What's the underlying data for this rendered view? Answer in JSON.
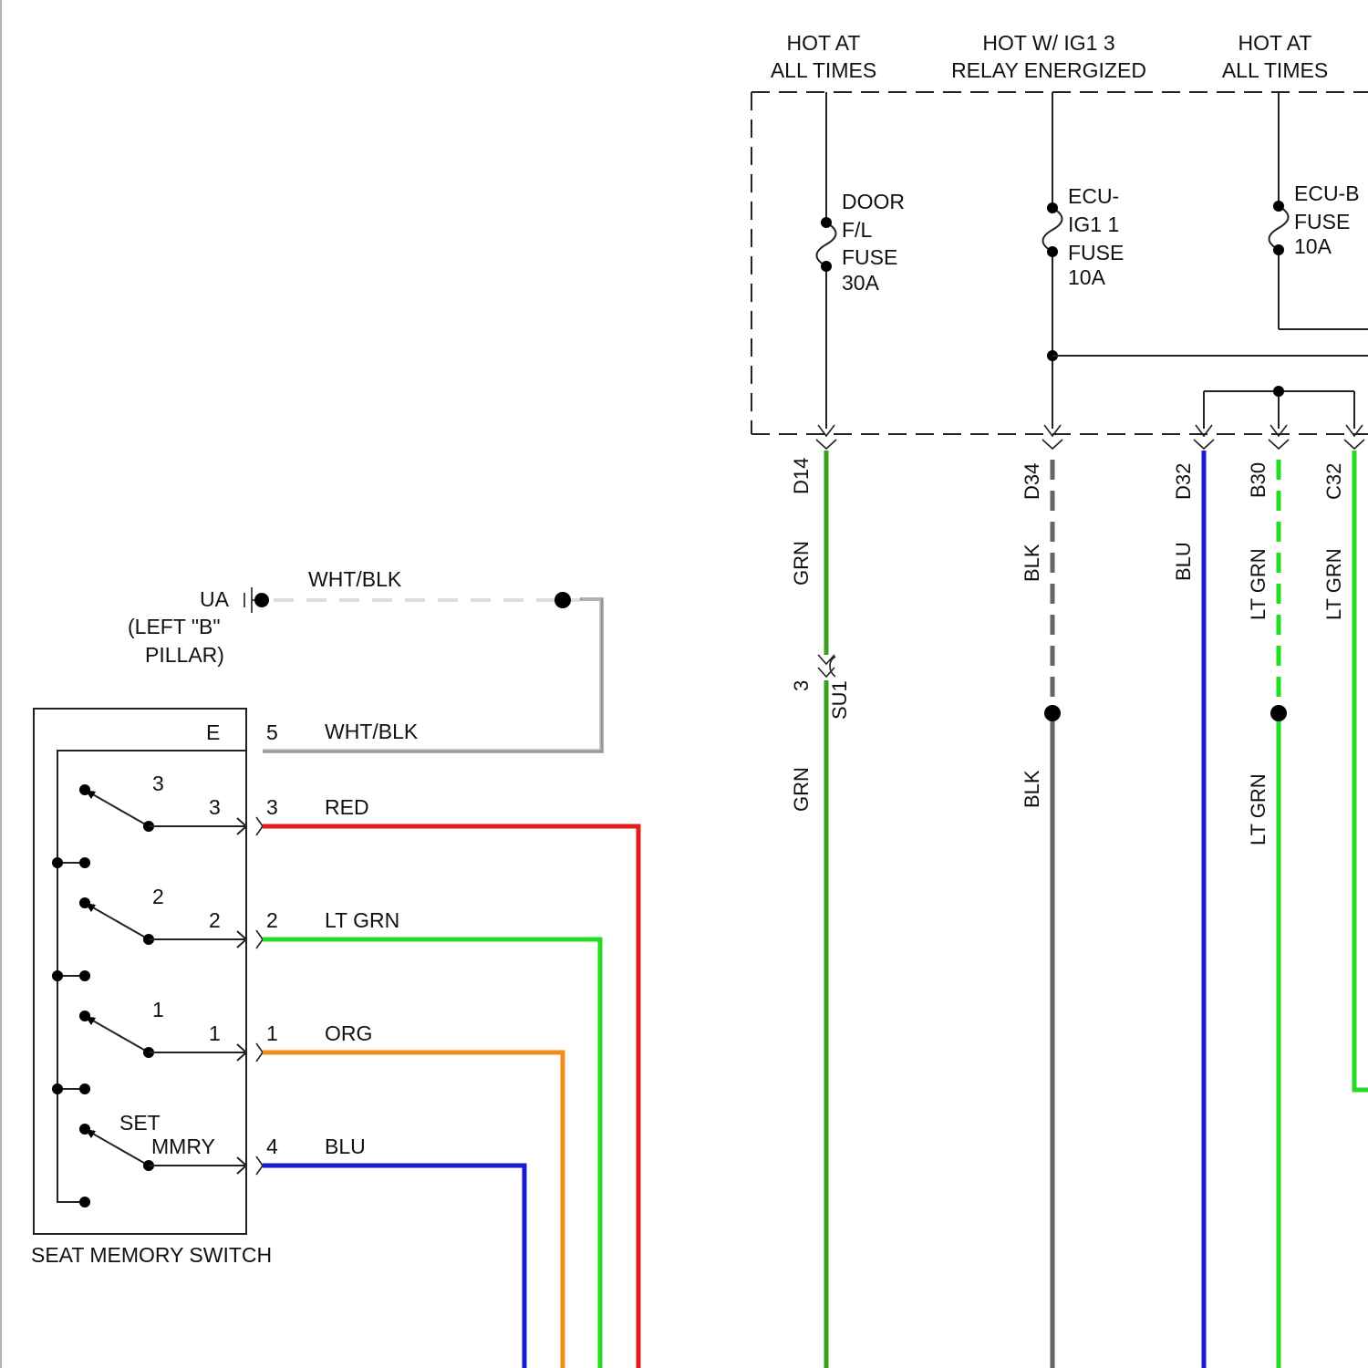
{
  "fuse_box": {
    "headers": [
      {
        "line1": "HOT AT",
        "line2": "ALL TIMES"
      },
      {
        "line1": "HOT W/ IG1 3",
        "line2": "RELAY ENERGIZED"
      },
      {
        "line1": "HOT AT",
        "line2": "ALL TIMES"
      }
    ],
    "fuses": [
      {
        "lines": [
          "DOOR",
          "F/L",
          "FUSE",
          "30A"
        ]
      },
      {
        "lines": [
          "ECU-",
          "IG1 1",
          "FUSE",
          "10A"
        ]
      },
      {
        "lines": [
          "ECU-B",
          "FUSE",
          "10A"
        ]
      }
    ]
  },
  "ground": {
    "name": "UA",
    "location_line1": "(LEFT \"B\"",
    "location_line2": "PILLAR)",
    "wire_color": "WHT/BLK"
  },
  "switch": {
    "title": "SEAT MEMORY SWITCH",
    "ground_label": "E",
    "pins": [
      {
        "switch_label": "3",
        "inner_pin": "3",
        "pin": "3",
        "wire": "RED",
        "color": "#e31b1b"
      },
      {
        "switch_label": "2",
        "inner_pin": "2",
        "pin": "2",
        "wire": "LT GRN",
        "color": "#22dd22"
      },
      {
        "switch_label": "1",
        "inner_pin": "1",
        "pin": "1",
        "wire": "ORG",
        "color": "#f08c1a"
      },
      {
        "switch_label": "SET",
        "inner_pin": "MMRY",
        "pin": "4",
        "wire": "BLU",
        "color": "#1a1ad6"
      }
    ],
    "ground_pin": "5",
    "ground_wire": "WHT/BLK"
  },
  "connectors": [
    {
      "id": "D14",
      "wire_upper": "GRN",
      "wire_lower": "GRN",
      "color": "#3aa020"
    },
    {
      "id": "D34",
      "wire_upper": "BLK",
      "wire_lower": "BLK",
      "color": "#666666"
    },
    {
      "id": "D32",
      "wire_upper": "BLU",
      "color": "#1a1ad6"
    },
    {
      "id": "B30",
      "wire_upper": "LT GRN",
      "wire_lower": "LT GRN",
      "color": "#22dd22"
    },
    {
      "id": "C32",
      "wire_upper": "LT GRN",
      "color": "#22dd22"
    }
  ],
  "splice": {
    "id": "SU1",
    "pin": "3"
  },
  "colors": {
    "wire_gray_dashed": "#dddddd",
    "wire_gray": "#bbbbbb"
  }
}
